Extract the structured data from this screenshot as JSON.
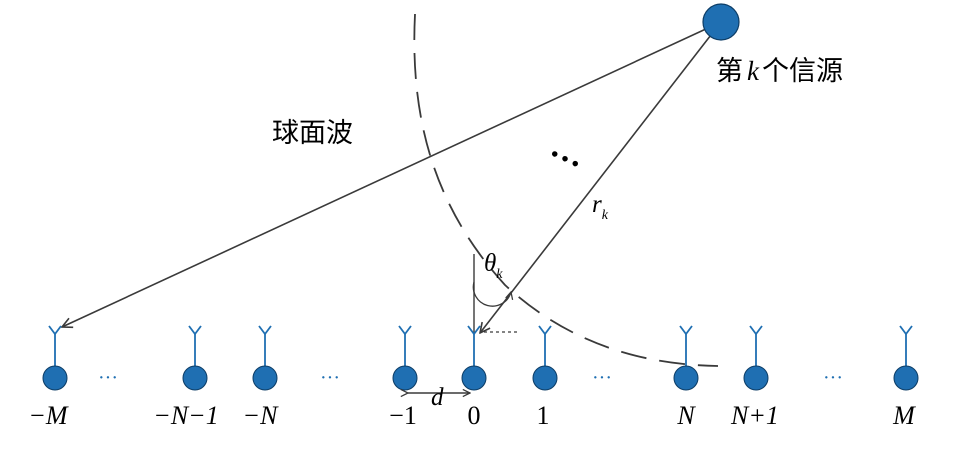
{
  "source": {
    "label_prefix": "第",
    "label_var": "k",
    "label_suffix": "个信源"
  },
  "wave_label": "球面波",
  "range_label": {
    "base": "r",
    "sub": "k"
  },
  "angle_label": {
    "base": "θ",
    "sub": "k"
  },
  "spacing_label": "d",
  "ellipsis_between_rays": "···",
  "array_ellipsis": "···",
  "sensors": [
    {
      "id": "m-neg-M",
      "label": "−M",
      "italic": true
    },
    {
      "id": "m-neg-N-1",
      "label": "−N−1",
      "italic": true
    },
    {
      "id": "m-neg-N",
      "label": "−N",
      "italic": true
    },
    {
      "id": "m-neg-1",
      "label": "−1",
      "italic": false
    },
    {
      "id": "m-0",
      "label": "0",
      "italic": false
    },
    {
      "id": "m-1",
      "label": "1",
      "italic": false
    },
    {
      "id": "m-N",
      "label": "N",
      "italic": true
    },
    {
      "id": "m-N+1",
      "label": "N+1",
      "italic": true
    },
    {
      "id": "m-M",
      "label": "M",
      "italic": true
    }
  ],
  "colors": {
    "node": "#1f6fb2",
    "node_stroke": "#0d3d66",
    "line": "#3a3a3a",
    "dash": "#3a3a3a"
  }
}
